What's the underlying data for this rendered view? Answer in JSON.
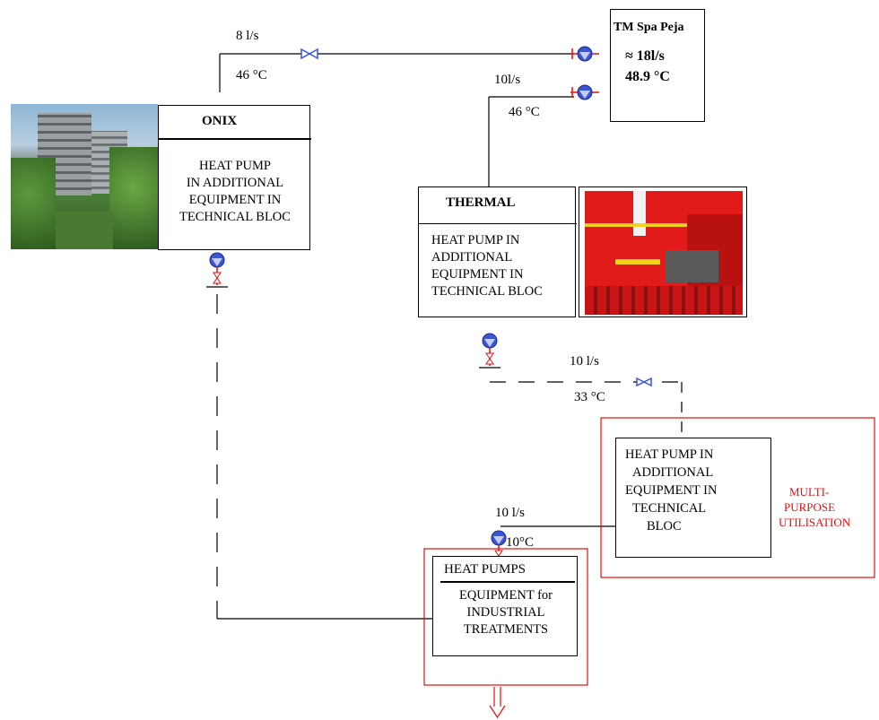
{
  "colors": {
    "line": "#000000",
    "accent_red": "#e01010",
    "pump_blue": "#3a56d6"
  },
  "spa": {
    "name": "TM Spa Peja",
    "flow": "≈ 18l/s",
    "temp": "48.9 °C"
  },
  "onix": {
    "title": "ONIX",
    "line1": "HEAT PUMP",
    "line2": "IN  ADDITIONAL",
    "line3": "EQUIPMENT IN",
    "line4": "TECHNICAL BLOC",
    "flow": "8 l/s",
    "temp": "46 °C"
  },
  "thermal": {
    "title": "THERMAL",
    "line1": "HEAT PUMP IN",
    "line2": "ADDITIONAL",
    "line3": "EQUIPMENT IN",
    "line4": "TECHNICAL BLOC",
    "flow": "10l/s",
    "temp": "46 °C",
    "out_flow": "10 l/s",
    "out_temp": "33 °C"
  },
  "multipurpose": {
    "line1": "HEAT PUMP IN",
    "line2": "ADDITIONAL",
    "line3": "EQUIPMENT IN",
    "line4": "TECHNICAL",
    "line5": "BLOC",
    "label1": "MULTI-",
    "label2": "PURPOSE",
    "label3": "UTILISATION",
    "flow": "10 l/s",
    "temp": "10°C"
  },
  "industrial": {
    "title": "HEAT PUMPS",
    "line1": "EQUIPMENT for",
    "line2": "INDUSTRIAL",
    "line3": "TREATMENTS"
  }
}
